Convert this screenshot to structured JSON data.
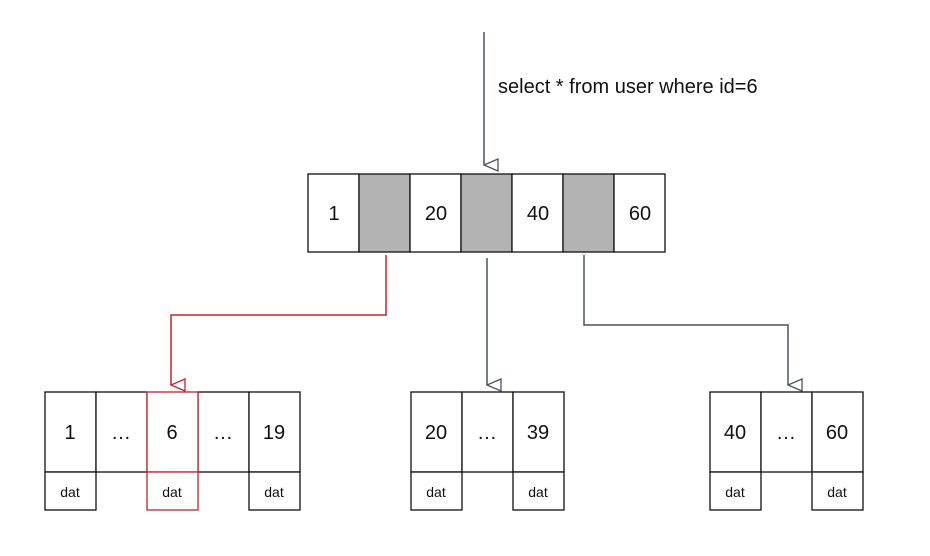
{
  "query": "select * from user where id=6",
  "root_node": {
    "keys": [
      "1",
      "20",
      "40",
      "60"
    ]
  },
  "leaf_nodes": [
    {
      "keys": [
        "1",
        "…",
        "6",
        "…",
        "19"
      ],
      "data": [
        "dat",
        "",
        "dat",
        "",
        "dat"
      ],
      "highlight_index": 2
    },
    {
      "keys": [
        "20",
        "…",
        "39"
      ],
      "data": [
        "dat",
        "",
        "dat"
      ]
    },
    {
      "keys": [
        "40",
        "…",
        "60"
      ],
      "data": [
        "dat",
        "",
        "dat"
      ]
    }
  ],
  "colors": {
    "border": "#111111",
    "pointer_fill": "#b3b3b3",
    "arrow": "#4a5360",
    "highlight": "#c0262d"
  }
}
